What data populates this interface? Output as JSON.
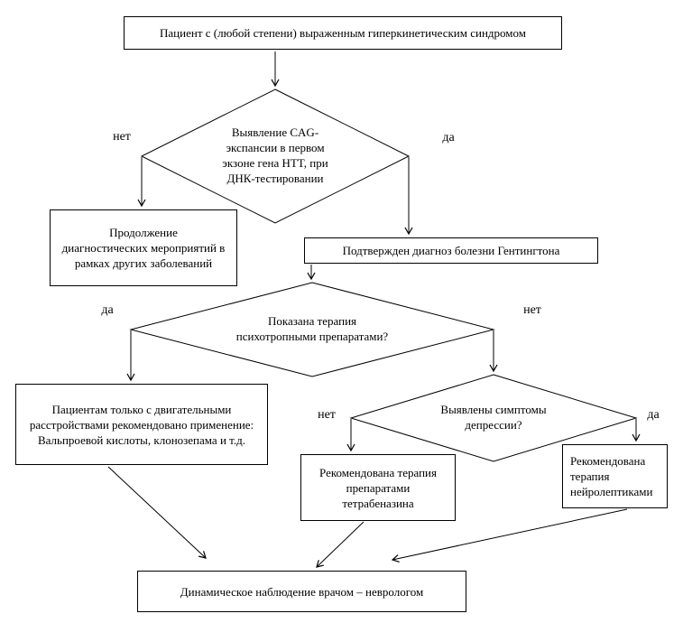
{
  "labels": {
    "yes": "да",
    "no": "нет"
  },
  "nodes": {
    "patient": "Пациент с (любой степени) выраженным гиперкинетическим синдромом",
    "cag_test": "Выявление CAG-\nэкспансии в первом\nэкзоне гена HTT, при\nДНК-тестировании",
    "continue_diagnostics": "Продолжение\nдиагностических мероприятий в\nрамках других заболеваний",
    "confirmed_diagnosis": "Подтвержден диагноз болезни Гентингтона",
    "psychotropic_question": "Показана терапия\nпсихотропными препаратами?",
    "motor_treatment": "Пациентам только с двигательными\nрасстройствами рекомендовано применение:\nВальпроевой кислоты, клонозепама и т.д.",
    "depression_question": "Выявлены симптомы\nдепрессии?",
    "tetrabenazine_therapy": "Рекомендована терапия\nпрепаратами\nтетрабеназина",
    "neuroleptics_therapy": "Рекомендована\nтерапия\nнейролептиками",
    "observation": "Динамическое наблюдение врачом – неврологом"
  },
  "colors": {
    "stroke": "#000000",
    "background": "#ffffff",
    "text": "#000000"
  }
}
